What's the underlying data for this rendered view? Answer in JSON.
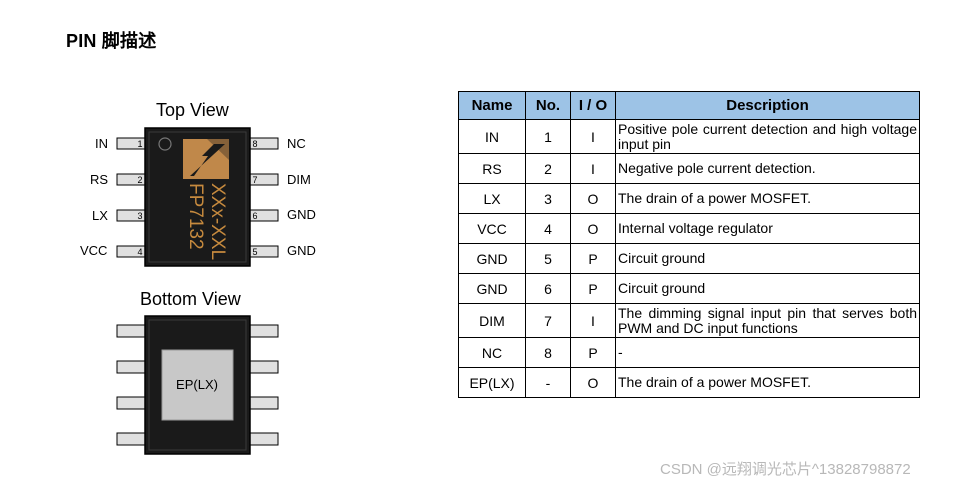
{
  "heading": "PIN 脚描述",
  "top_view": {
    "title": "Top View",
    "left_pins": [
      {
        "name": "IN",
        "num": "1"
      },
      {
        "name": "RS",
        "num": "2"
      },
      {
        "name": "LX",
        "num": "3"
      },
      {
        "name": "VCC",
        "num": "4"
      }
    ],
    "right_pins": [
      {
        "name": "NC",
        "num": "8"
      },
      {
        "name": "DIM",
        "num": "7"
      },
      {
        "name": "GND",
        "num": "6"
      },
      {
        "name": "GND",
        "num": "5"
      }
    ],
    "marking_line1": "FP7132",
    "marking_line2": "XXx-XXL"
  },
  "bottom_view": {
    "title": "Bottom View",
    "pad_label": "EP(LX)"
  },
  "table": {
    "headers": {
      "name": "Name",
      "no": "No.",
      "io": "I / O",
      "desc": "Description"
    },
    "rows": [
      {
        "name": "IN",
        "no": "1",
        "io": "I",
        "desc": "Positive pole current detection and  high voltage input pin"
      },
      {
        "name": "RS",
        "no": "2",
        "io": "I",
        "desc": "Negative pole current detection."
      },
      {
        "name": "LX",
        "no": "3",
        "io": "O",
        "desc": "The drain of a power MOSFET."
      },
      {
        "name": "VCC",
        "no": "4",
        "io": "O",
        "desc": "Internal voltage regulator"
      },
      {
        "name": "GND",
        "no": "5",
        "io": "P",
        "desc": "Circuit ground"
      },
      {
        "name": "GND",
        "no": "6",
        "io": "P",
        "desc": "Circuit ground"
      },
      {
        "name": "DIM",
        "no": "7",
        "io": "I",
        "desc": "The dimming signal input pin that serves both PWM and DC input functions"
      },
      {
        "name": "NC",
        "no": "8",
        "io": "P",
        "desc": "-"
      },
      {
        "name": "EP(LX)",
        "no": "-",
        "io": "O",
        "desc": "The drain of a power MOSFET."
      }
    ]
  },
  "colors": {
    "header_bg": "#9dc3e6",
    "chip_body": "#1a1a1a",
    "logo_gold": "#c0884a",
    "marking_gold": "#c68a3e",
    "pin_fill": "#e0e0e0",
    "pad_fill": "#c8c8c8"
  },
  "watermark": "CSDN @远翔调光芯片^13828798872"
}
